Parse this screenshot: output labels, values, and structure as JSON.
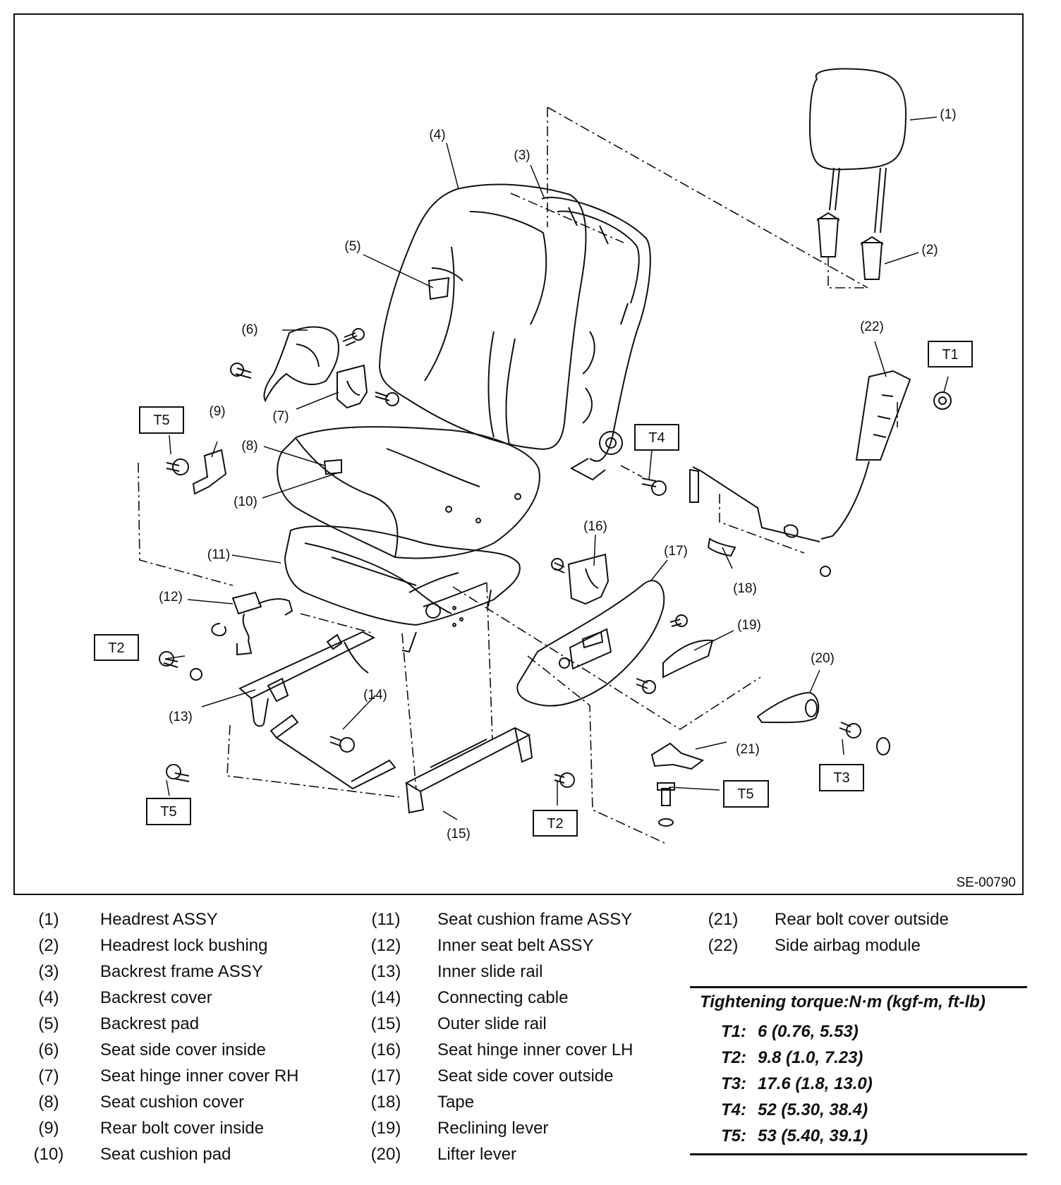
{
  "diagram": {
    "code": "SE-00790",
    "callouts": [
      "(1)",
      "(2)",
      "(3)",
      "(4)",
      "(5)",
      "(6)",
      "(7)",
      "(8)",
      "(9)",
      "(10)",
      "(11)",
      "(12)",
      "(13)",
      "(14)",
      "(15)",
      "(16)",
      "(17)",
      "(18)",
      "(19)",
      "(20)",
      "(21)",
      "(22)"
    ],
    "torque_tags": [
      "T1",
      "T2",
      "T2",
      "T3",
      "T4",
      "T5",
      "T5",
      "T5"
    ]
  },
  "legend": {
    "columns": [
      [
        {
          "num": "(1)",
          "name": "Headrest ASSY"
        },
        {
          "num": "(2)",
          "name": "Headrest lock bushing"
        },
        {
          "num": "(3)",
          "name": "Backrest frame ASSY"
        },
        {
          "num": "(4)",
          "name": "Backrest cover"
        },
        {
          "num": "(5)",
          "name": "Backrest pad"
        },
        {
          "num": "(6)",
          "name": "Seat side cover inside"
        },
        {
          "num": "(7)",
          "name": "Seat hinge inner cover RH"
        },
        {
          "num": "(8)",
          "name": "Seat cushion cover"
        },
        {
          "num": "(9)",
          "name": "Rear bolt cover inside"
        },
        {
          "num": "(10)",
          "name": "Seat cushion pad"
        }
      ],
      [
        {
          "num": "(11)",
          "name": "Seat cushion frame ASSY"
        },
        {
          "num": "(12)",
          "name": "Inner seat belt ASSY"
        },
        {
          "num": "(13)",
          "name": "Inner slide rail"
        },
        {
          "num": "(14)",
          "name": "Connecting cable"
        },
        {
          "num": "(15)",
          "name": "Outer slide rail"
        },
        {
          "num": "(16)",
          "name": "Seat hinge inner cover LH"
        },
        {
          "num": "(17)",
          "name": "Seat side cover outside"
        },
        {
          "num": "(18)",
          "name": "Tape"
        },
        {
          "num": "(19)",
          "name": "Reclining lever"
        },
        {
          "num": "(20)",
          "name": "Lifter lever"
        }
      ],
      [
        {
          "num": "(21)",
          "name": "Rear bolt cover outside"
        },
        {
          "num": "(22)",
          "name": "Side airbag module"
        }
      ]
    ]
  },
  "torque": {
    "header": "Tightening torque:N·m (kgf-m, ft-lb)",
    "rows": [
      {
        "code": "T1:",
        "value": "6 (0.76, 5.53)"
      },
      {
        "code": "T2:",
        "value": "9.8 (1.0, 7.23)"
      },
      {
        "code": "T3:",
        "value": "17.6 (1.8, 13.0)"
      },
      {
        "code": "T4:",
        "value": "52 (5.30, 38.4)"
      },
      {
        "code": "T5:",
        "value": "53 (5.40, 39.1)"
      }
    ]
  }
}
